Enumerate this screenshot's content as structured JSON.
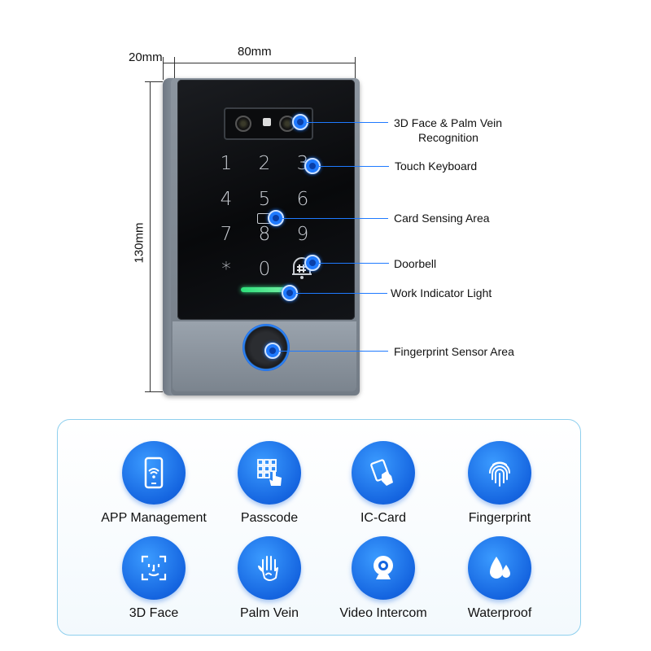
{
  "dimensions": {
    "depth": "20mm",
    "width": "80mm",
    "height": "130mm"
  },
  "device": {
    "keys": [
      "1",
      "2",
      "3",
      "4",
      "5",
      "6",
      "7",
      "8",
      "9",
      "*",
      "0"
    ]
  },
  "callouts": [
    {
      "label_line1": "3D Face & Palm Vein",
      "label_line2": "Recognition"
    },
    {
      "label_line1": "Touch Keyboard"
    },
    {
      "label_line1": "Card Sensing Area"
    },
    {
      "label_line1": "Doorbell"
    },
    {
      "label_line1": "Work Indicator Light"
    },
    {
      "label_line1": "Fingerprint Sensor Area"
    }
  ],
  "features": [
    {
      "label": "APP Management",
      "icon": "phone-wifi-icon"
    },
    {
      "label": "Passcode",
      "icon": "keypad-icon"
    },
    {
      "label": "IC-Card",
      "icon": "card-tap-icon"
    },
    {
      "label": "Fingerprint",
      "icon": "fingerprint-icon"
    },
    {
      "label": "3D Face",
      "icon": "face-scan-icon"
    },
    {
      "label": "Palm Vein",
      "icon": "palm-icon"
    },
    {
      "label": "Video Intercom",
      "icon": "camera-icon"
    },
    {
      "label": "Waterproof",
      "icon": "water-drop-icon"
    }
  ],
  "colors": {
    "accent_blue": "#1565e0",
    "indicator_green": "#2de07a",
    "panel_border": "#8fd0ee"
  }
}
